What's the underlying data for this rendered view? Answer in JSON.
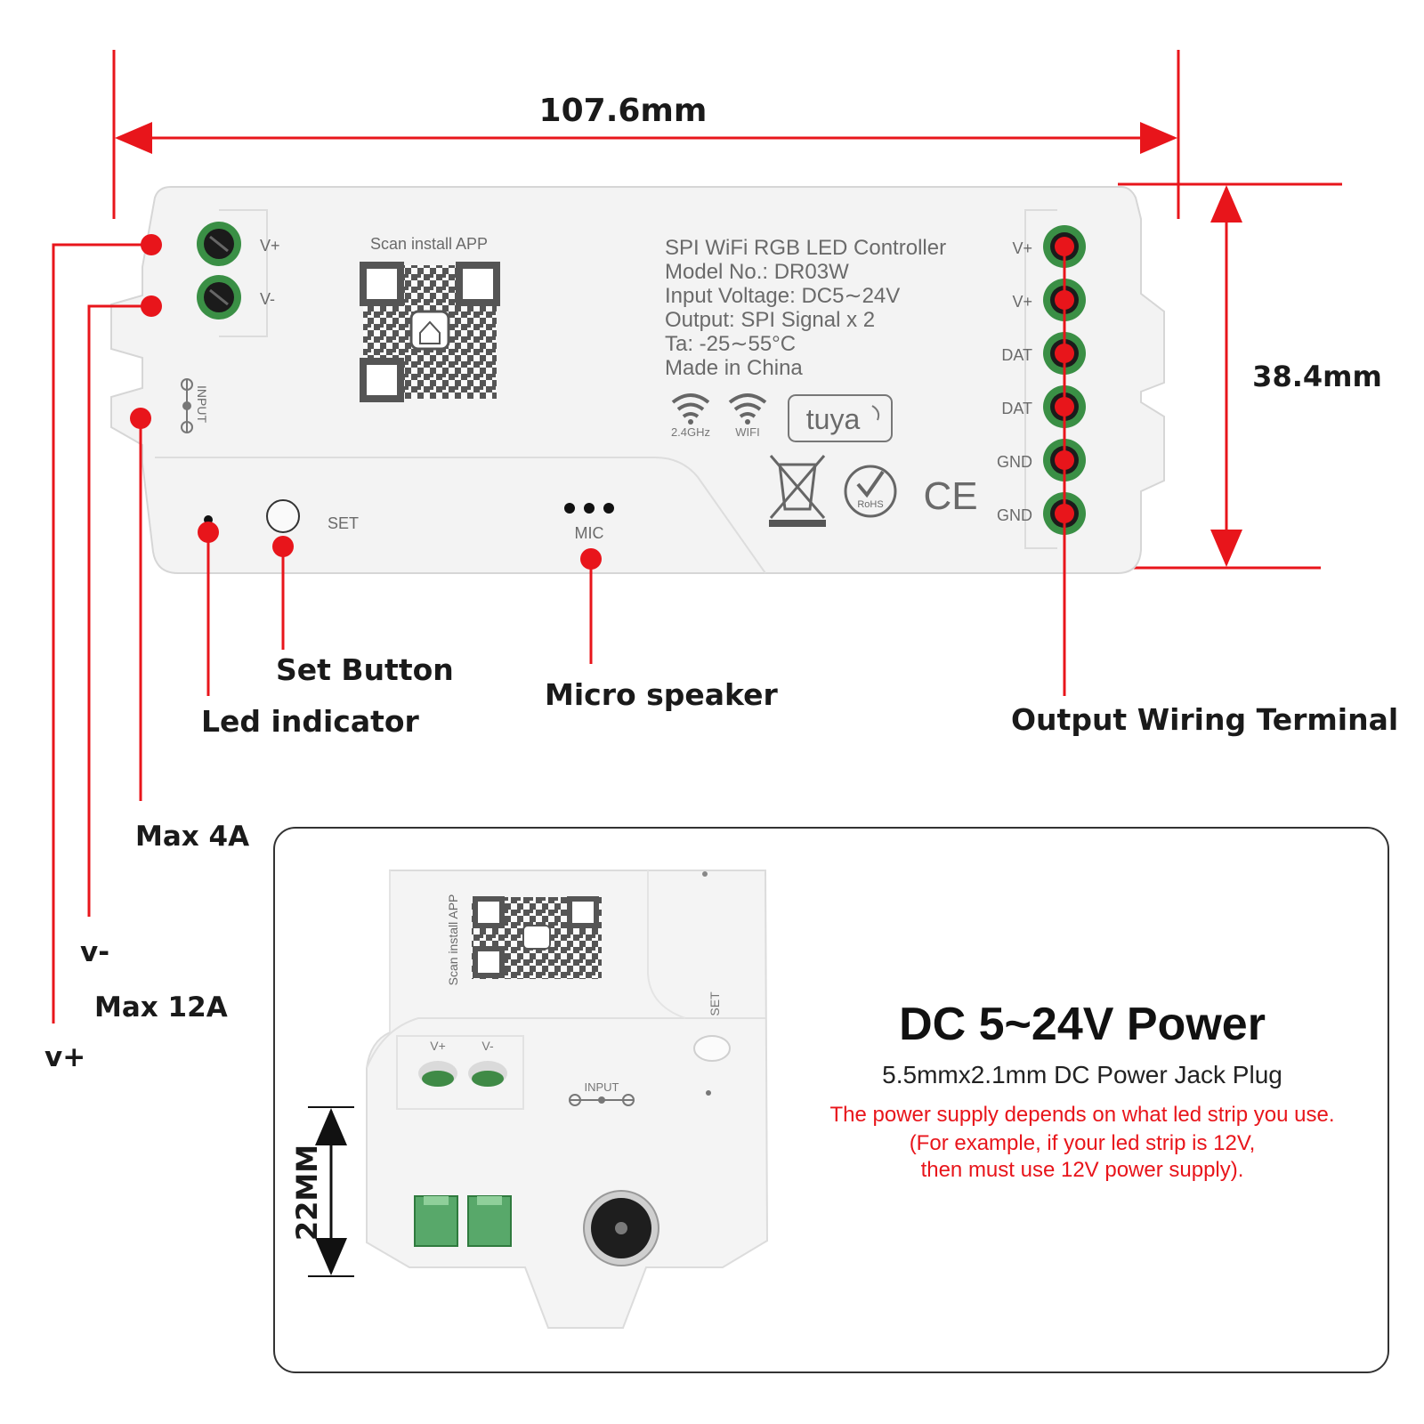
{
  "dimensions": {
    "width": "107.6mm",
    "height": "38.4mm",
    "depth": "22MM"
  },
  "device": {
    "scan_label": "Scan install APP",
    "spec_lines": [
      "SPI WiFi RGB LED Controller",
      "Model No.: DR03W",
      "Input Voltage: DC5∼24V",
      "Output: SPI Signal x 2",
      "Ta: -25∼55°C",
      "Made in China"
    ],
    "input_terminals": [
      "V+",
      "V-"
    ],
    "input_label": "INPUT",
    "output_terminals": [
      "V+",
      "V+",
      "DAT",
      "DAT",
      "GND",
      "GND"
    ],
    "wifi_labels": [
      "2.4GHz",
      "WIFI"
    ],
    "brand": "tuya",
    "rohs": "RoHS",
    "ce": "CE",
    "set_label": "SET",
    "mic_label": "MIC"
  },
  "callouts": {
    "set_button": "Set Button",
    "led_indicator": "Led indicator",
    "micro_speaker": "Micro speaker",
    "output_terminal": "Output Wiring Terminal",
    "max_4a": "Max 4A",
    "v_minus": "v-",
    "max_12a": "Max 12A",
    "v_plus": "v+"
  },
  "power": {
    "title": "DC 5~24V Power",
    "subtitle": "5.5mmx2.1mm DC Power Jack Plug",
    "notes": [
      "The power supply depends on what led strip you use.",
      "(For example, if your led strip is 12V,",
      "then must use 12V power supply)."
    ],
    "side_scan_label": "Scan install APP",
    "side_terminals": [
      "V+",
      "V-"
    ],
    "side_input_label": "INPUT",
    "side_set_label": "SET"
  },
  "colors": {
    "accent": "#e8151b",
    "terminal_green": "#2f8a3a",
    "text": "#1a1a1a"
  }
}
